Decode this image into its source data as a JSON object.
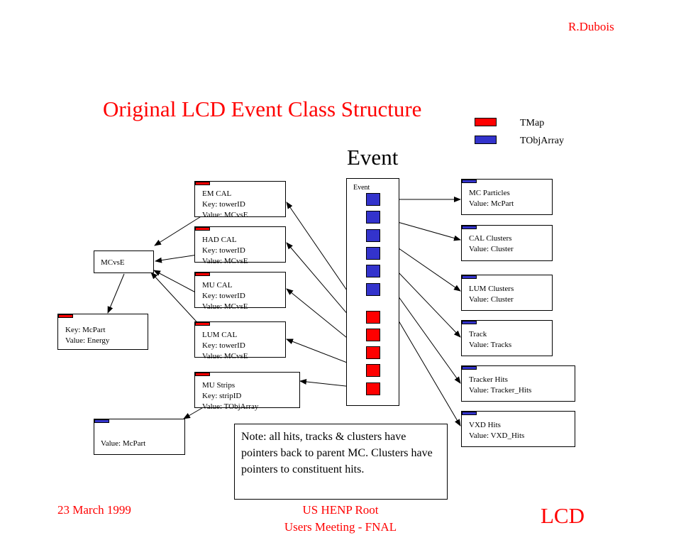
{
  "author": "R.Dubois",
  "title": "Original LCD Event Class Structure",
  "event_heading": "Event",
  "legend": [
    {
      "label": "TMap",
      "color": "#ff0000"
    },
    {
      "label": "TObjArray",
      "color": "#3333cc"
    }
  ],
  "event_box_label": "Event",
  "cal_maps": [
    {
      "lines": [
        "EM CAL",
        "Key: towerID",
        "Value: MCvsE"
      ]
    },
    {
      "lines": [
        "HAD CAL",
        "Key: towerID",
        "Value: MCvsE"
      ]
    },
    {
      "lines": [
        "MU CAL",
        "Key: towerID",
        "Value: MCvsE"
      ]
    },
    {
      "lines": [
        "LUM CAL",
        "Key: towerID",
        "Value: MCvsE"
      ]
    },
    {
      "lines": [
        "MU Strips",
        "Key: stripID",
        "Value: TObjArray"
      ]
    }
  ],
  "mcvse_label": "MCvsE",
  "energy_map": {
    "lines": [
      "Key: McPart",
      "Value: Energy"
    ]
  },
  "mcpart_array": {
    "lines": [
      "Value: McPart"
    ]
  },
  "collections": [
    {
      "lines": [
        "MC Particles",
        "Value: McPart"
      ]
    },
    {
      "lines": [
        "CAL Clusters",
        "Value: Cluster"
      ]
    },
    {
      "lines": [
        "LUM Clusters",
        "Value: Cluster"
      ]
    },
    {
      "lines": [
        "Track",
        "Value: Tracks"
      ]
    },
    {
      "lines": [
        "Tracker Hits",
        "Value: Tracker_Hits"
      ]
    },
    {
      "lines": [
        "VXD Hits",
        "Value: VXD_Hits"
      ]
    }
  ],
  "note": "Note: all hits, tracks & clusters have pointers back to parent MC. Clusters have pointers to constituent hits.",
  "footer": {
    "date": "23 March 1999",
    "center_line1": "US HENP Root",
    "center_line2": "Users Meeting - FNAL",
    "logo": "LCD"
  }
}
